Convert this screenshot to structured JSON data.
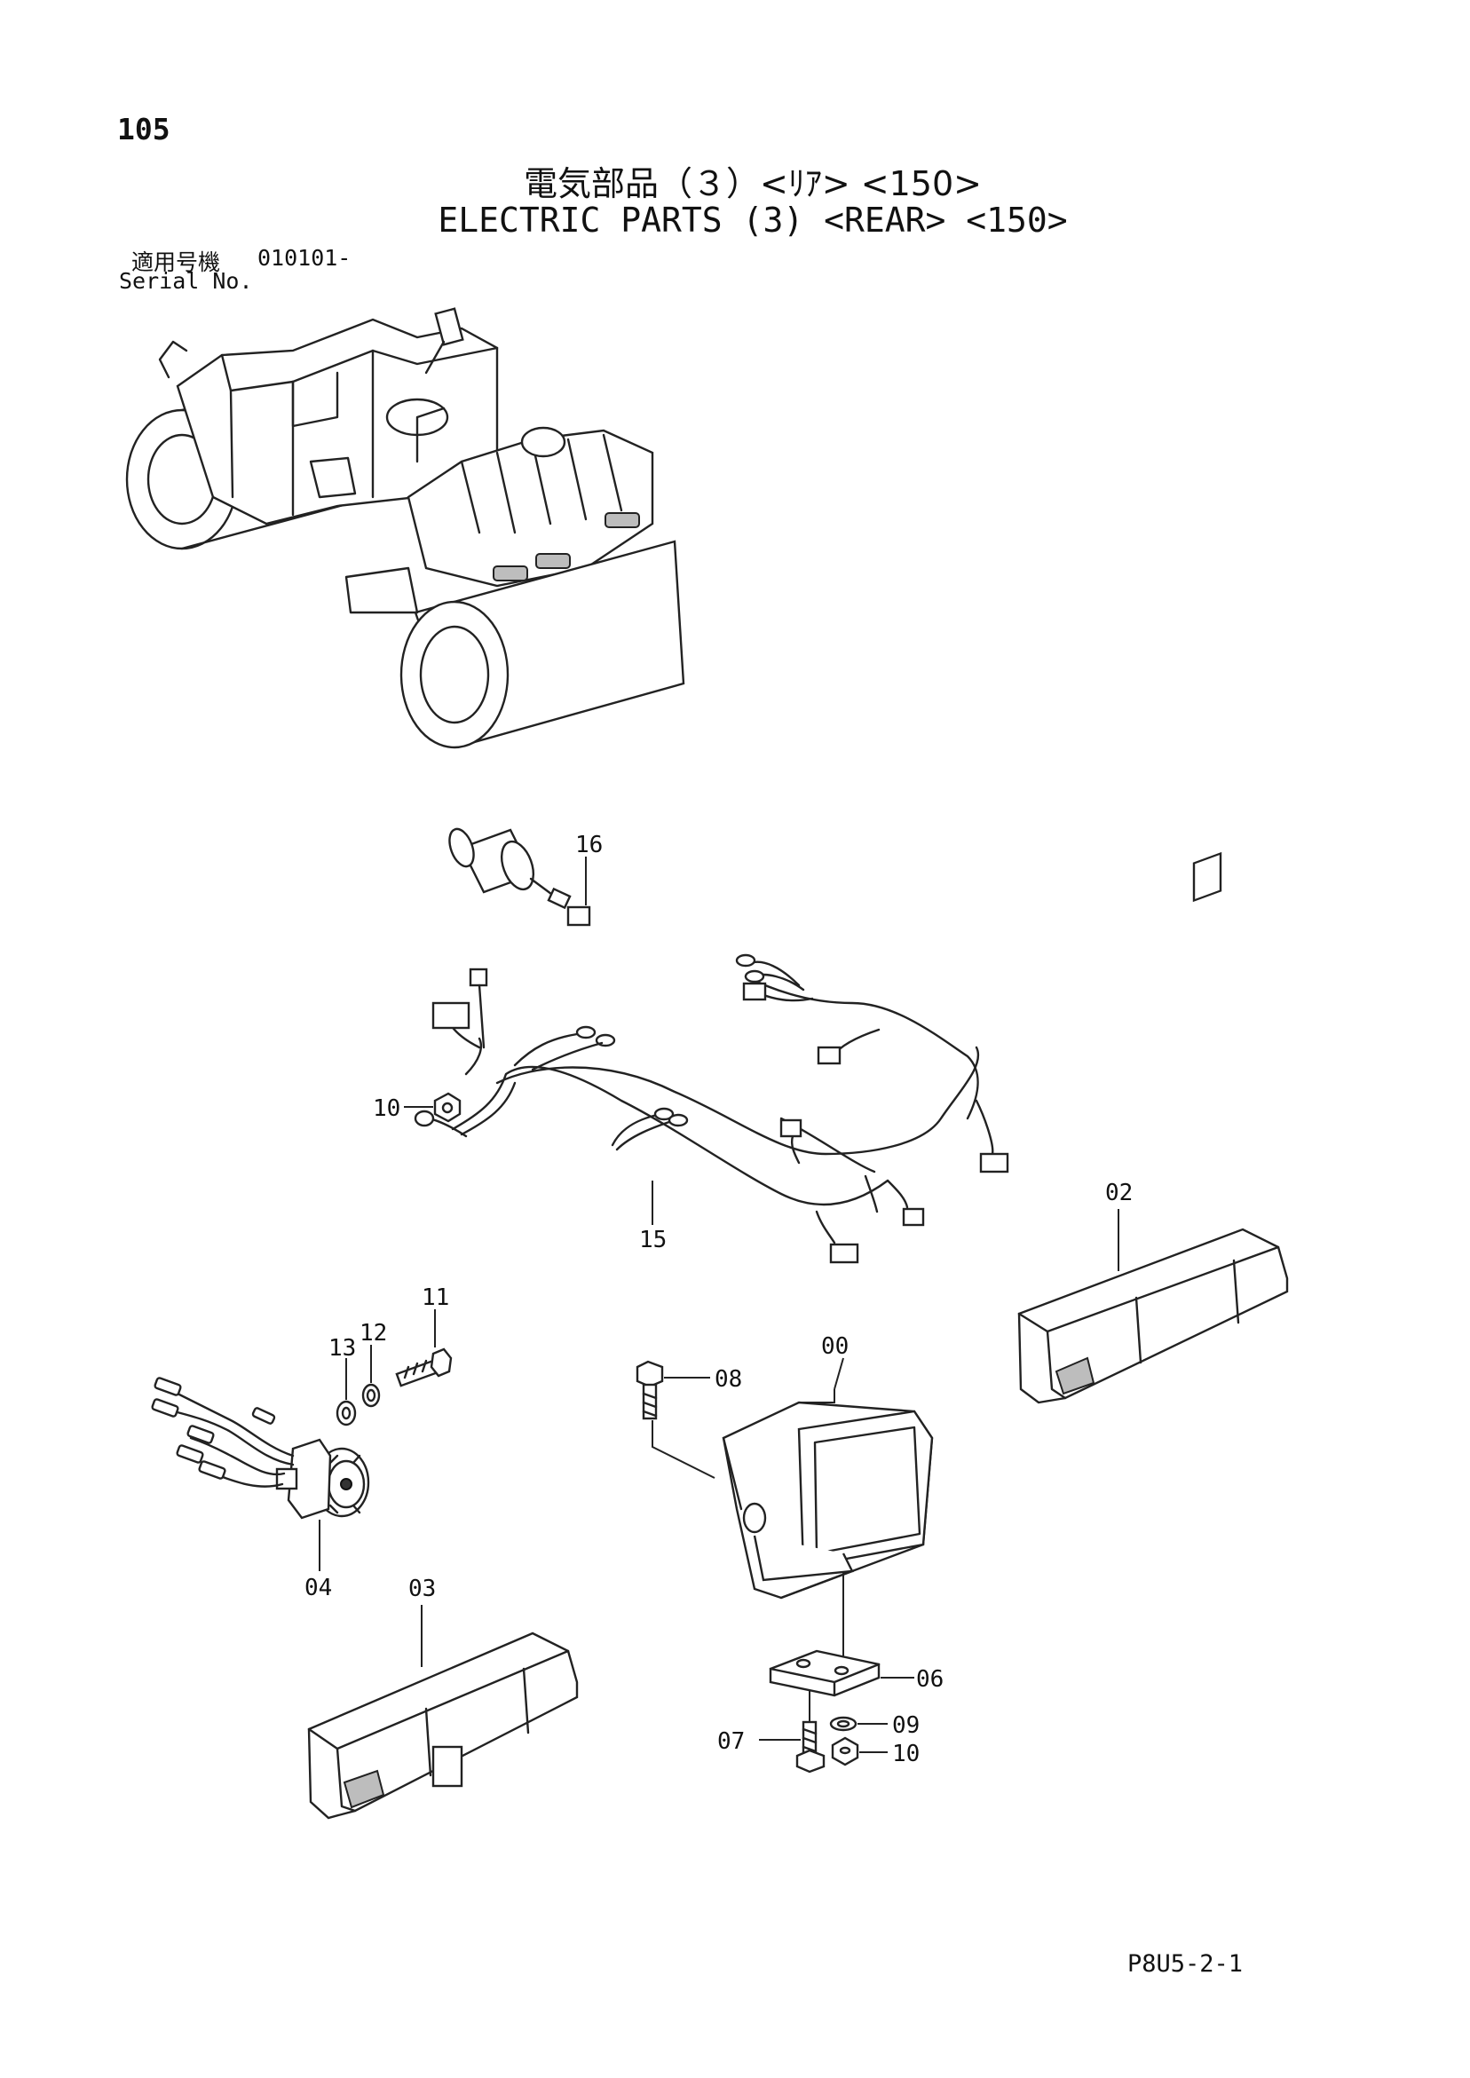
{
  "header": {
    "page_number": "105",
    "title_jp": "電気部品（３）<ﾘｱ> <150>",
    "title_en": "ELECTRIC PARTS (3) <REAR> <150>",
    "serial_label_jp": "適用号機",
    "serial_value": "010101-",
    "serial_label_en": "Serial No."
  },
  "callouts": {
    "c00": "00",
    "c02": "02",
    "c03": "03",
    "c04": "04",
    "c06": "06",
    "c07": "07",
    "c08": "08",
    "c09": "09",
    "c10a": "10",
    "c10b": "10",
    "c11": "11",
    "c12": "12",
    "c13": "13",
    "c15": "15",
    "c16": "16"
  },
  "footer": {
    "page_code": "P8U5-2-1"
  }
}
